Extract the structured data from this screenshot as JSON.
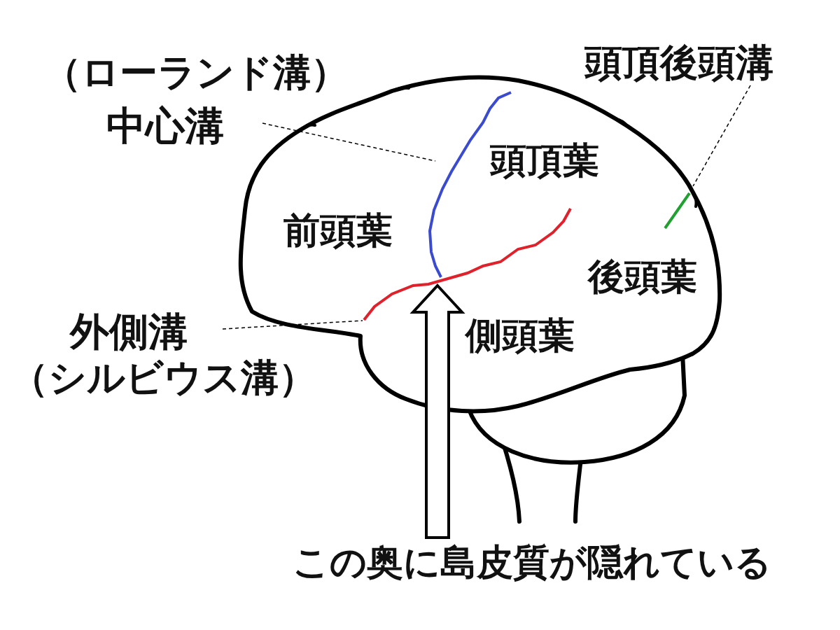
{
  "diagram": {
    "labels": [
      "（ローランド溝）",
      "中心溝",
      "頭頂後頭溝",
      "頭頂葉",
      "前頭葉",
      "後頭葉",
      "側頭葉",
      "外側溝",
      "（シルビウス溝）",
      "この奥に島皮質が隠れている"
    ]
  }
}
